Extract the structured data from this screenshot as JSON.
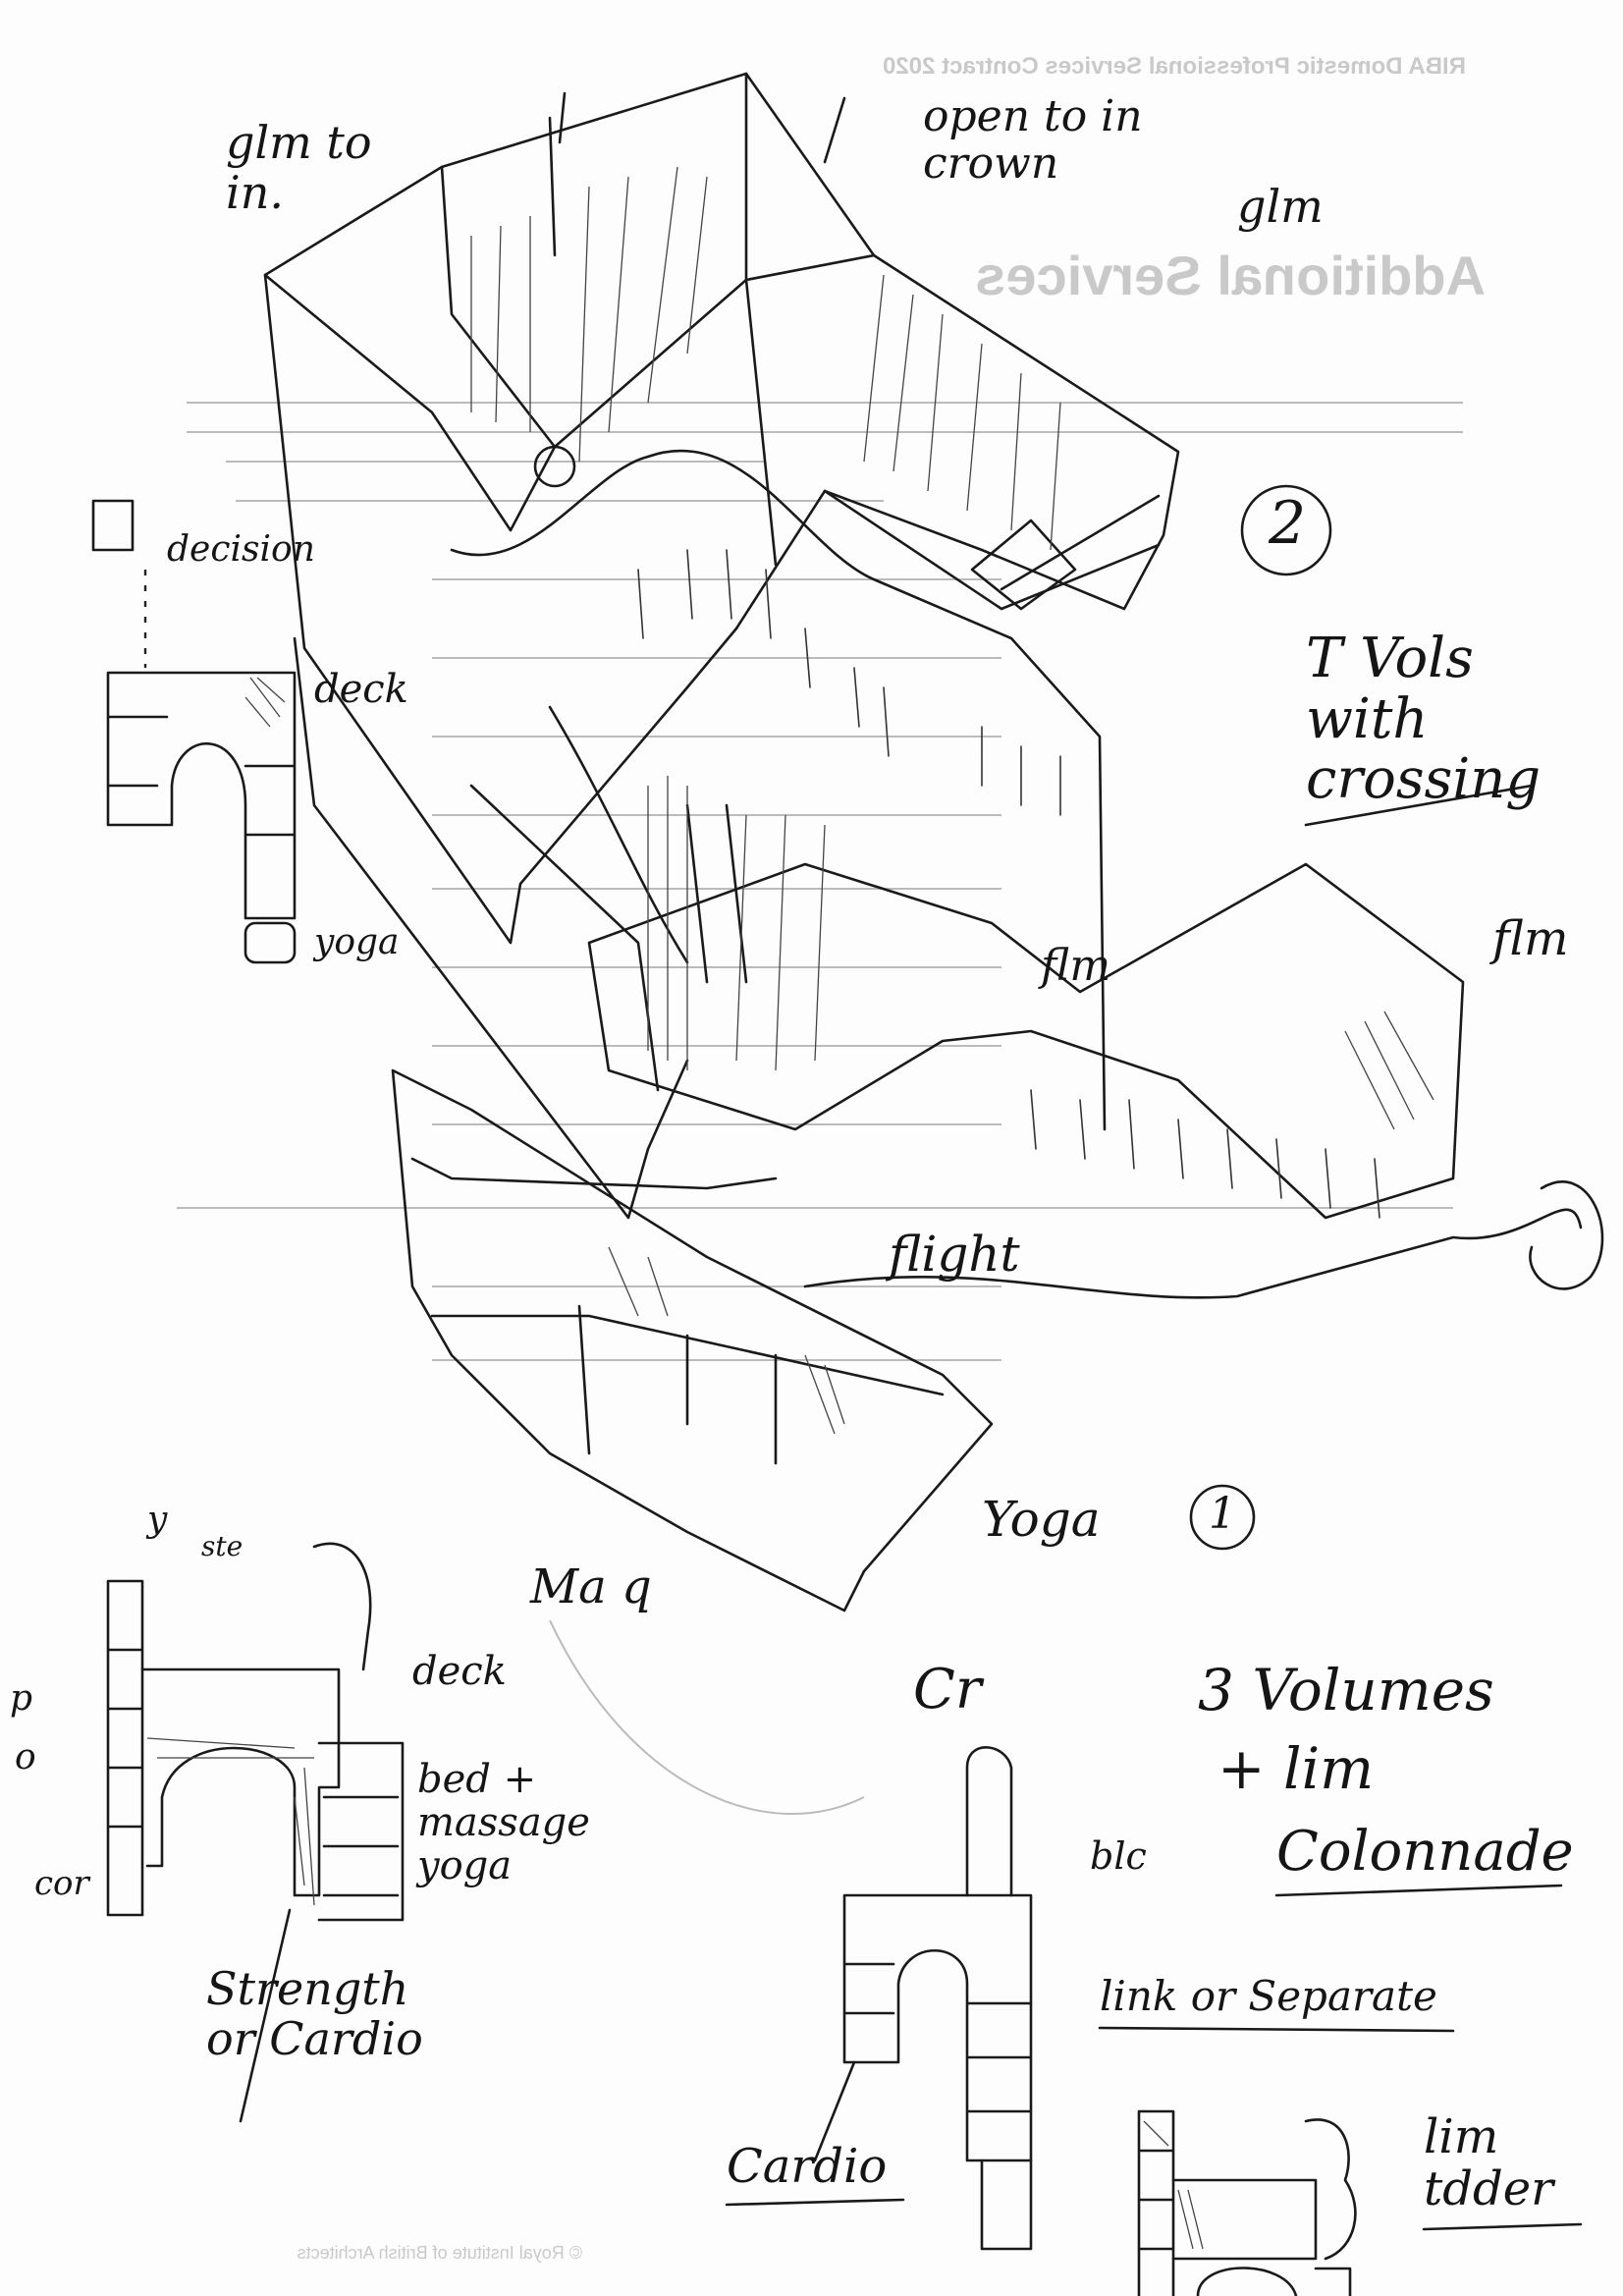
{
  "bleed_through": {
    "header": "RIBA Domestic Professional Services Contract 2020",
    "title": "Additional Services",
    "footer": "© Royal Institute of British Architects"
  },
  "annotations": {
    "top_left": "glm to in.",
    "top_open": "open to in crown",
    "top_right": "glm",
    "option_two": "2",
    "t_vols": "T Vols with crossing",
    "decision": "decision",
    "deck_1": "deck",
    "yoga_1": "yoga",
    "flm_1": "flm",
    "flm_2": "flm",
    "flight": "flight",
    "yoga_2": "Yoga",
    "option_one": "1",
    "ma_q": "Ma q",
    "cr": "Cr",
    "volumes_line1": "3 Volumes",
    "volumes_line2": "+ lim",
    "volumes_line3": "Colonnade",
    "deck_2": "deck",
    "bed_massage": "bed + massage yoga",
    "strength_cardio": "Strength or Cardio",
    "cardio": "Cardio",
    "blc": "blc",
    "link_separate": "link or Separate",
    "lim_tdder": "lim tdder",
    "label_y": "y",
    "label_p": "p",
    "label_o": "o",
    "label_cor": "cor",
    "label_ste": "ste"
  }
}
